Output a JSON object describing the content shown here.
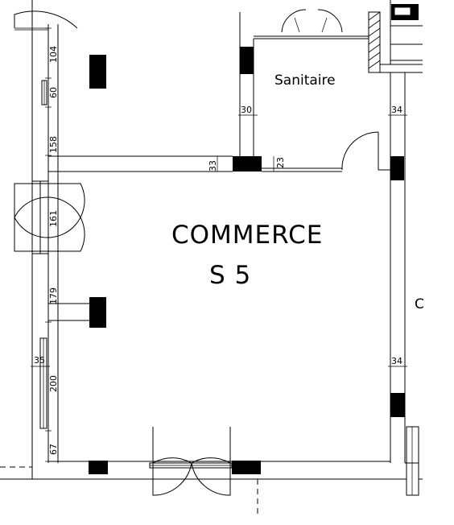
{
  "rooms": {
    "main_name": "COMMERCE",
    "main_unit": "S 5",
    "secondary_name": "Sanitaire"
  },
  "dimensions": {
    "left_wall": [
      "104",
      "60",
      "158",
      "161",
      "179",
      "35",
      "200",
      "67"
    ],
    "sanitaire_wall": "30",
    "partition_left": "33",
    "partition_right": "23",
    "right_wall_top": "34",
    "right_wall_bottom": "34"
  },
  "partial_label": "C"
}
